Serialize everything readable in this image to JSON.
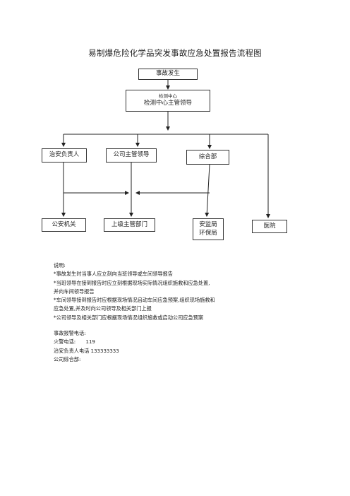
{
  "title": "易制爆危险化学品突发事故应急处置报告流程图",
  "nodes": {
    "accident": "事故发生",
    "monitor_small": "检测中心",
    "monitor_main": "检测中心主管领导",
    "security_head": "治安负责人",
    "company_leader": "公司主管领导",
    "general_dept": "综合部",
    "police": "公安机关",
    "superior_dept": "上级主管部门",
    "safety_bureau": "安监局",
    "env_bureau": "环保局",
    "hospital": "医院"
  },
  "notes": {
    "heading": "说明:",
    "lines": [
      "*事故发生时当事人应立刻向当班领导或车间领导报告",
      "*当班领导在接到报告时应立刻根据现场实际情况组织施救和应急处置,",
      "并向车间领导报告",
      "*车间领导接到报告时应根据现场情况启动车间应急预案,组织现场施救和",
      "应急处置,并及时向公司领导及相关部门上报",
      "*公司领导及相关部门应根据现场情况组织施救或启动公司应急预案"
    ]
  },
  "contacts": {
    "heading": "事故报警电话:",
    "fire_label": "火警电话:",
    "fire_number": "119",
    "security_label": "治安负责人电话",
    "security_number": "133333333",
    "general_label": "公司综合部:"
  }
}
